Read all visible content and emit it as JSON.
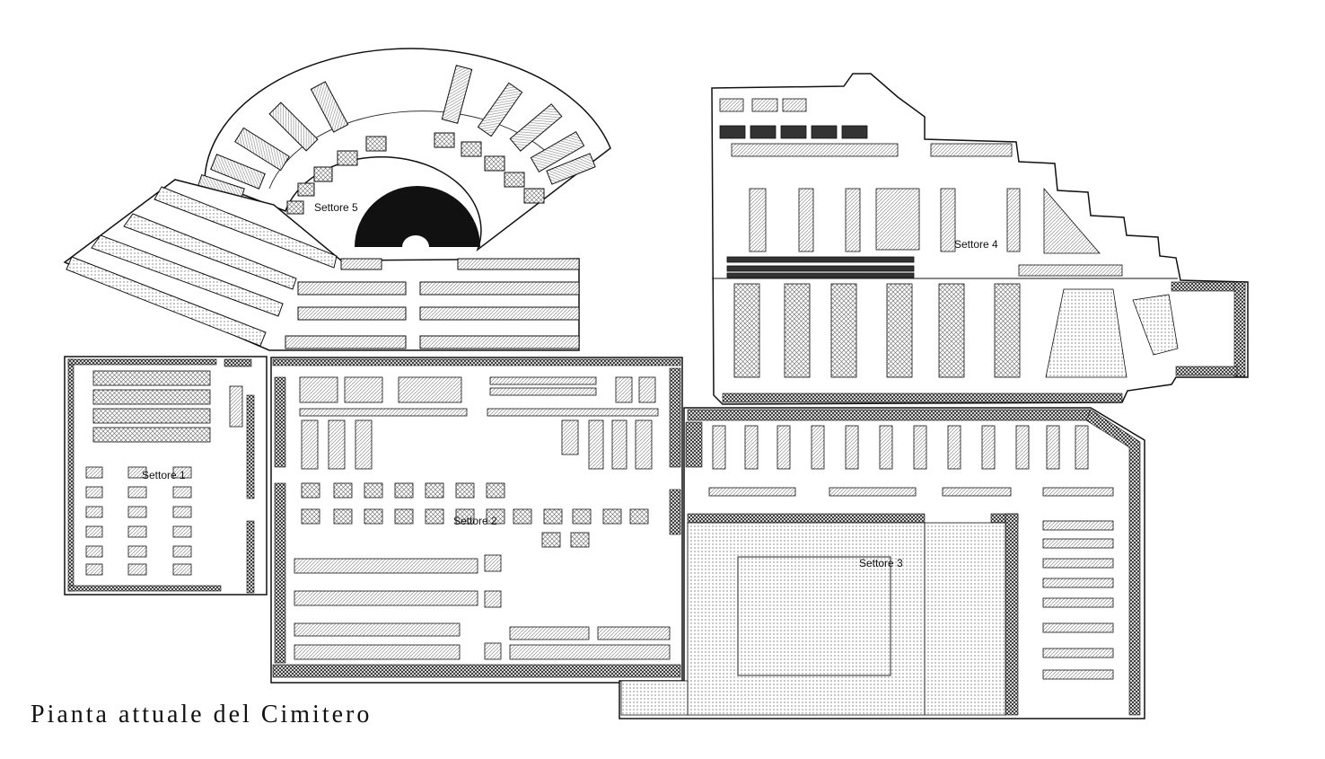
{
  "caption": "Pianta attuale del Cimitero",
  "sectors": {
    "s1": "Settore 1",
    "s2": "Settore 2",
    "s3": "Settore 3",
    "s4": "Settore 4",
    "s5": "Settore 5"
  },
  "colors": {
    "ink": "#111111",
    "hatch": "#888888",
    "paper": "#ffffff"
  }
}
